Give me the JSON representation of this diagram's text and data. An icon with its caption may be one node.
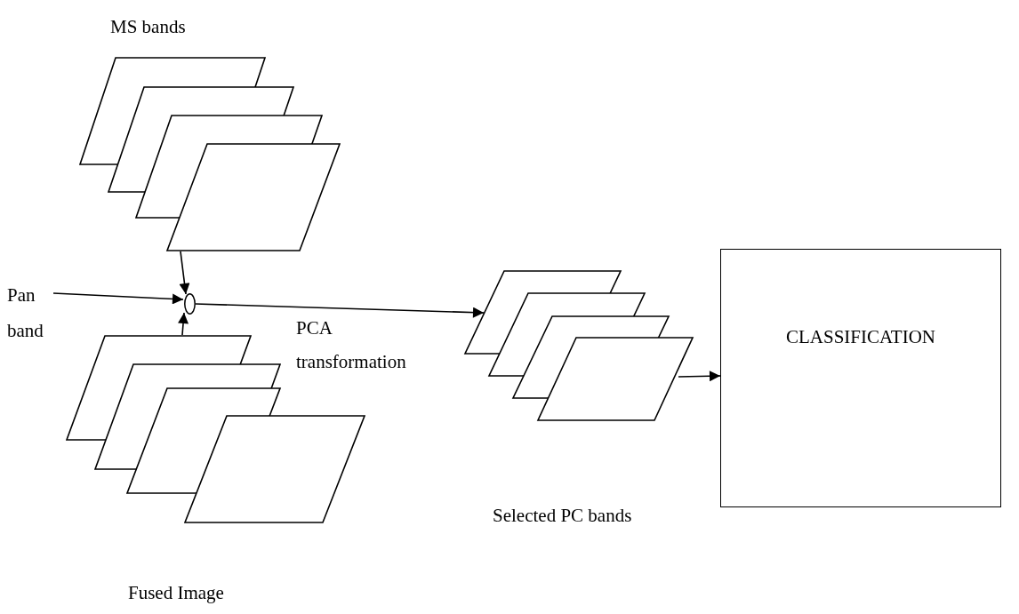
{
  "diagram": {
    "nodes": [
      {
        "text": [
          "MS bands"
        ]
      },
      {
        "text": [
          "Pan band"
        ]
      },
      {
        "text": [],
        "shape": "circle"
      },
      {
        "text": [
          "Fused Image"
        ]
      },
      {
        "text": [
          "Selected PC bands"
        ]
      },
      {
        "text": [
          "CLASSIFICATION"
        ]
      }
    ],
    "edges": [
      {
        "from": 0,
        "to": 2,
        "arrow": "to"
      },
      {
        "from": 1,
        "to": 2,
        "arrow": "to"
      },
      {
        "from": 3,
        "to": 2,
        "arrow": "to"
      },
      {
        "from": 2,
        "to": 4,
        "arrow": "to"
      },
      {
        "from": 4,
        "to": 5,
        "arrow": "to"
      }
    ],
    "labels": [
      "PCA transformation"
    ]
  }
}
